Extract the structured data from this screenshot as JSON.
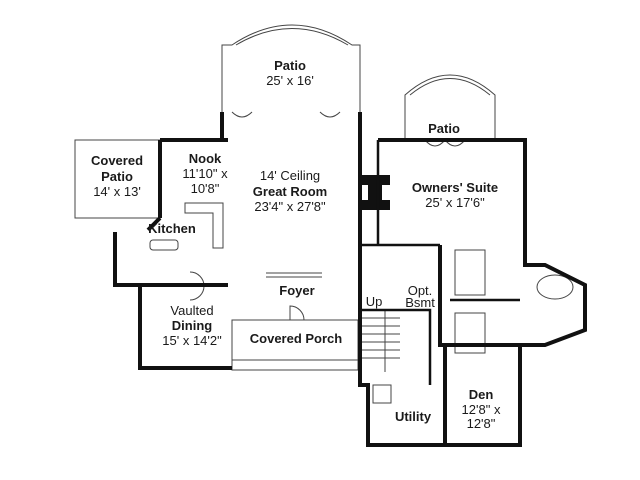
{
  "rooms": {
    "patio": {
      "name": "Patio",
      "size": "25' x 16'"
    },
    "covered_patio": {
      "name1": "Covered",
      "name2": "Patio",
      "size": "14' x 13'"
    },
    "nook": {
      "name": "Nook",
      "size1": "11'10\" x",
      "size2": "10'8\""
    },
    "great_room": {
      "note": "14' Ceiling",
      "name": "Great Room",
      "size": "23'4\" x 27'8\""
    },
    "kitchen": {
      "name": "Kitchen"
    },
    "foyer": {
      "name": "Foyer"
    },
    "dining": {
      "note": "Vaulted",
      "name": "Dining",
      "size": "15' x 14'2\""
    },
    "covered_porch": {
      "name": "Covered Porch"
    },
    "owners_suite": {
      "name": "Owners' Suite",
      "size": "25' x 17'6\""
    },
    "owners_patio": {
      "name": "Patio"
    },
    "basement": {
      "line1": "Opt.",
      "line2": "Bsmt"
    },
    "stairs": {
      "label": "Up"
    },
    "den": {
      "name": "Den",
      "size1": "12'8\" x",
      "size2": "12'8\""
    },
    "utility": {
      "name": "Utility"
    }
  },
  "colors": {
    "wall": "#111111",
    "line": "#444444"
  }
}
